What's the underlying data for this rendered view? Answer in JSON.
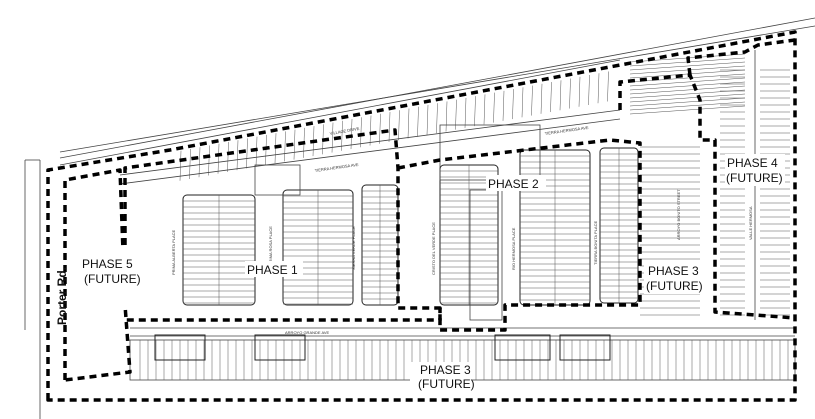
{
  "phase_labels": {
    "phase1": "PHASE 1",
    "phase2": "PHASE 2",
    "phase3_right_line1": "PHASE 3",
    "phase3_right_line2": "(FUTURE)",
    "phase3_bottom_line1": "PHASE 3",
    "phase3_bottom_line2": "(FUTURE)",
    "phase4_line1": "PHASE 4",
    "phase4_line2": "(FUTURE)",
    "phase5_line1": "PHASE 5",
    "phase5_line2": "(FUTURE)"
  },
  "road_label": "Porter Rd.",
  "streets": {
    "village_drive": "VILLAGE DRIVE",
    "tierra_hermosa_ave_left": "TIERRA HERMOSA AVE",
    "tierra_hermosa_ave_right": "TIERRA HERMOSA AVE",
    "arroyo_grande_ave": "ARROYO GRANDE AVE",
    "prima_alberta_place": "PRIMA ALBERTA PLACE",
    "prima_rosa_place": "PRIMA ROSA PLACE",
    "sierra_verde_place": "SIERRA VERDE PLACE",
    "cristo_del_verde_place": "CRISTO DEL VERDE PLACE",
    "rio_hermosa_place": "RIO HERMOSA PLACE",
    "tierra_bonita_place": "TIERRA BONITA PLACE",
    "arroyo_bonito_street": "ARROYO BONITO STREET",
    "valle_hermosa": "VALLE HERMOSA"
  }
}
